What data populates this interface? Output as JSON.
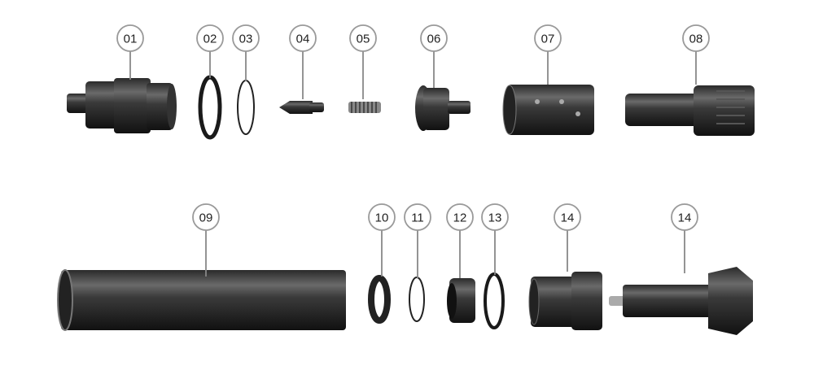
{
  "diagram": {
    "parts": [
      {
        "id": "01"
      },
      {
        "id": "02"
      },
      {
        "id": "03"
      },
      {
        "id": "04"
      },
      {
        "id": "05"
      },
      {
        "id": "06"
      },
      {
        "id": "07"
      },
      {
        "id": "08"
      },
      {
        "id": "09"
      },
      {
        "id": "10"
      },
      {
        "id": "11"
      },
      {
        "id": "12"
      },
      {
        "id": "13"
      },
      {
        "id": "14"
      },
      {
        "id": "14"
      }
    ]
  }
}
